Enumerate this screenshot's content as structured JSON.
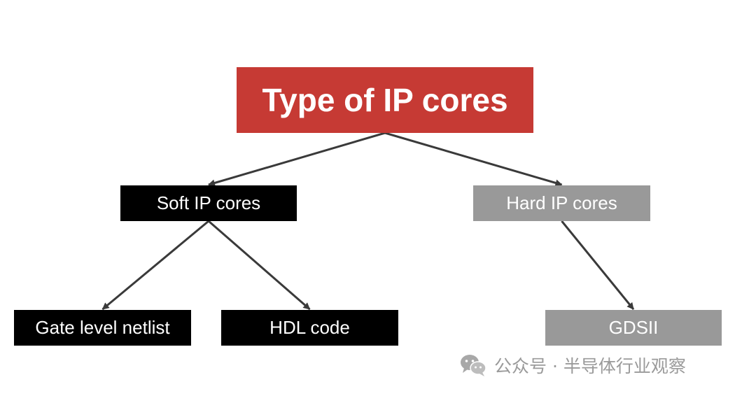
{
  "colors": {
    "root_fill": "#c63a34",
    "soft_fill": "#000000",
    "hard_fill": "#999999",
    "arrow": "#3a3a3a",
    "watermark": "#9a9a9a"
  },
  "nodes": {
    "root": {
      "label": "Type of IP cores"
    },
    "soft": {
      "label": "Soft IP cores"
    },
    "hard": {
      "label": "Hard IP cores"
    },
    "gate": {
      "label": "Gate level netlist"
    },
    "hdl": {
      "label": "HDL code"
    },
    "gds": {
      "label": "GDSII"
    }
  },
  "edges": [
    {
      "from": "root",
      "to": "soft"
    },
    {
      "from": "root",
      "to": "hard"
    },
    {
      "from": "soft",
      "to": "gate"
    },
    {
      "from": "soft",
      "to": "hdl"
    },
    {
      "from": "hard",
      "to": "gds"
    }
  ],
  "watermark": {
    "icon": "wechat-icon",
    "text": "公众号 · 半导体行业观察"
  }
}
